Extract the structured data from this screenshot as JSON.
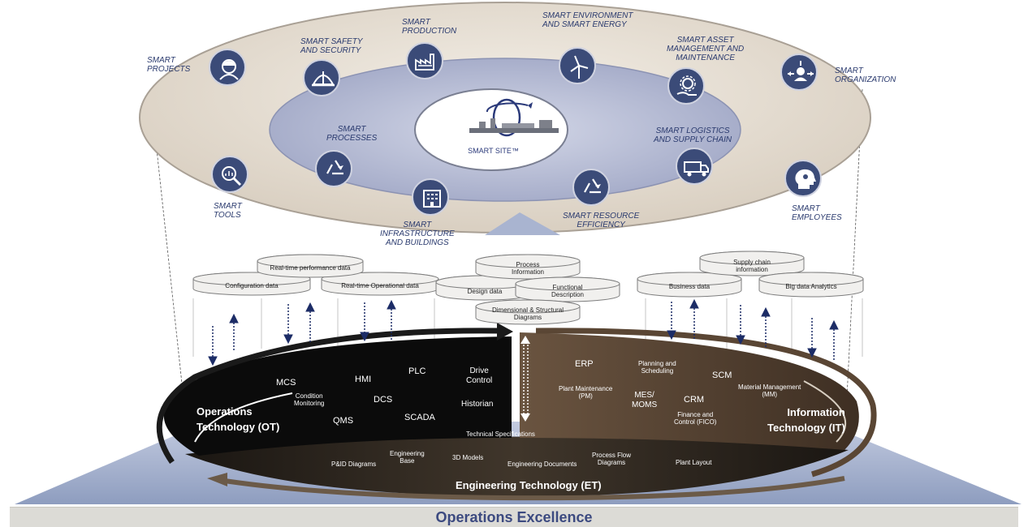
{
  "ring_labels": {
    "smart_projects": "SMART\nPROJECTS",
    "smart_safety": "SMART SAFETY\nAND SECURITY",
    "smart_production": "SMART\nPRODUCTION",
    "smart_environment": "SMART ENVIRONMENT\nAND  SMART ENERGY",
    "smart_asset": "SMART ASSET\nMANAGEMENT AND\nMAINTENANCE",
    "smart_organization": "SMART\nORGANIZATION",
    "smart_processes": "SMART\nPROCESSES",
    "smart_logistics": "SMART LOGISTICS\nAND SUPPLY CHAIN",
    "smart_tools": "SMART\nTOOLS",
    "smart_infrastructure": "SMART\nINFRASTRUCTURE\nAND BUILDINGS",
    "smart_resource": "SMART RESOURCE\nEFFICIENCY",
    "smart_employees": "SMART\nEMPLOYEES",
    "smart_site": "SMART SITE™"
  },
  "databases": {
    "realtime_performance": "Real-time performance data",
    "configuration": "Configuration data",
    "realtime_operational": "Real-time Operational data",
    "process_information": "Process\nInformation",
    "design_data": "Design data",
    "functional_description": "Functional\nDescription",
    "dimensional": "Dimensional & Structural\nDiagrams",
    "supply_chain": "Supply chain\ninformation",
    "business_data": "Business data",
    "big_data": "Big data Analytics"
  },
  "ot": {
    "title": "Operations\nTechnology (OT)",
    "items": {
      "mcs": "MCS",
      "hmi": "HMI",
      "plc": "PLC",
      "drive_control": "Drive\nControl",
      "condition_monitoring": "Condition\nMonitoring",
      "dcs": "DCS",
      "historian": "Historian",
      "qms": "QMS",
      "scada": "SCADA"
    }
  },
  "it": {
    "title": "Information\nTechnology (IT)",
    "items": {
      "erp": "ERP",
      "planning": "Planning and\nScheduling",
      "scm": "SCM",
      "plant_maintenance": "Plant Maintenance\n(PM)",
      "mes": "MES/\nMOMS",
      "crm": "CRM",
      "material_management": "Material Management\n(MM)",
      "fico": "Finance and\nControl (FICO)"
    }
  },
  "et": {
    "title": "Engineering Technology (ET)",
    "items": {
      "technical_specs": "Technical Specifications",
      "pid": "P&ID Diagrams",
      "engineering_base": "Engineering\nBase",
      "models_3d": "3D Models",
      "engineering_documents": "Engineering Documents",
      "process_flow": "Process Flow\nDiagrams",
      "plant_layout": "Plant Layout"
    }
  },
  "footer": {
    "label": "Operations Excellence"
  },
  "colors": {
    "ring_outer": "#e9e1d6",
    "ring_inner": "#bfc4da",
    "icon_fill": "#3b4b78",
    "label_text": "#2a3a6e",
    "ot_fill": "#0b0b0b",
    "it_fill": "#5a4634",
    "et_fill": "#2c2620",
    "base_fill": "#9eabc7"
  },
  "icons": [
    "worker-helmet-icon",
    "hard-hat-icon",
    "factory-icon",
    "wind-turbine-icon",
    "gear-hand-icon",
    "organization-arrows-icon",
    "recycle-icon",
    "truck-icon",
    "magnifier-chart-icon",
    "building-icon",
    "recycle-icon",
    "head-brain-icon"
  ]
}
